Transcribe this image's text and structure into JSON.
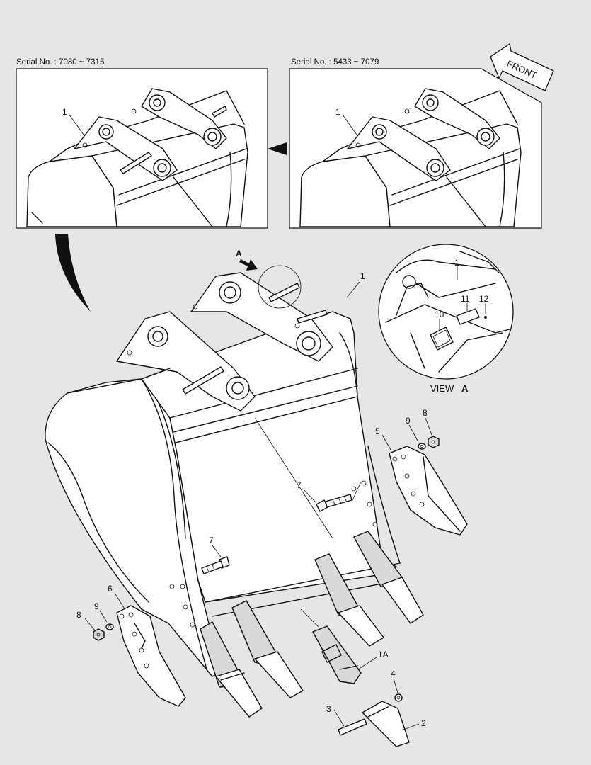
{
  "header": {
    "serial_left": "Serial No. : 7080 ~ 7315",
    "serial_right": "Serial No. : 5433 ~ 7079",
    "front_label": "FRONT"
  },
  "inset_labels": {
    "left_part": "1",
    "right_part": "1"
  },
  "view_a": {
    "caption_prefix": "VIEW",
    "caption_letter": "A",
    "labels": [
      "1",
      "10",
      "11",
      "12"
    ]
  },
  "main": {
    "arrow_letter": "A",
    "callouts": {
      "p1": "1",
      "p1a": "1A",
      "p2": "2",
      "p3": "3",
      "p4": "4",
      "p5": "5",
      "p6": "6",
      "p7_right": "7",
      "p7_left": "7",
      "p8_right": "8",
      "p8_left": "8",
      "p9_right": "9",
      "p9_left": "9"
    }
  }
}
